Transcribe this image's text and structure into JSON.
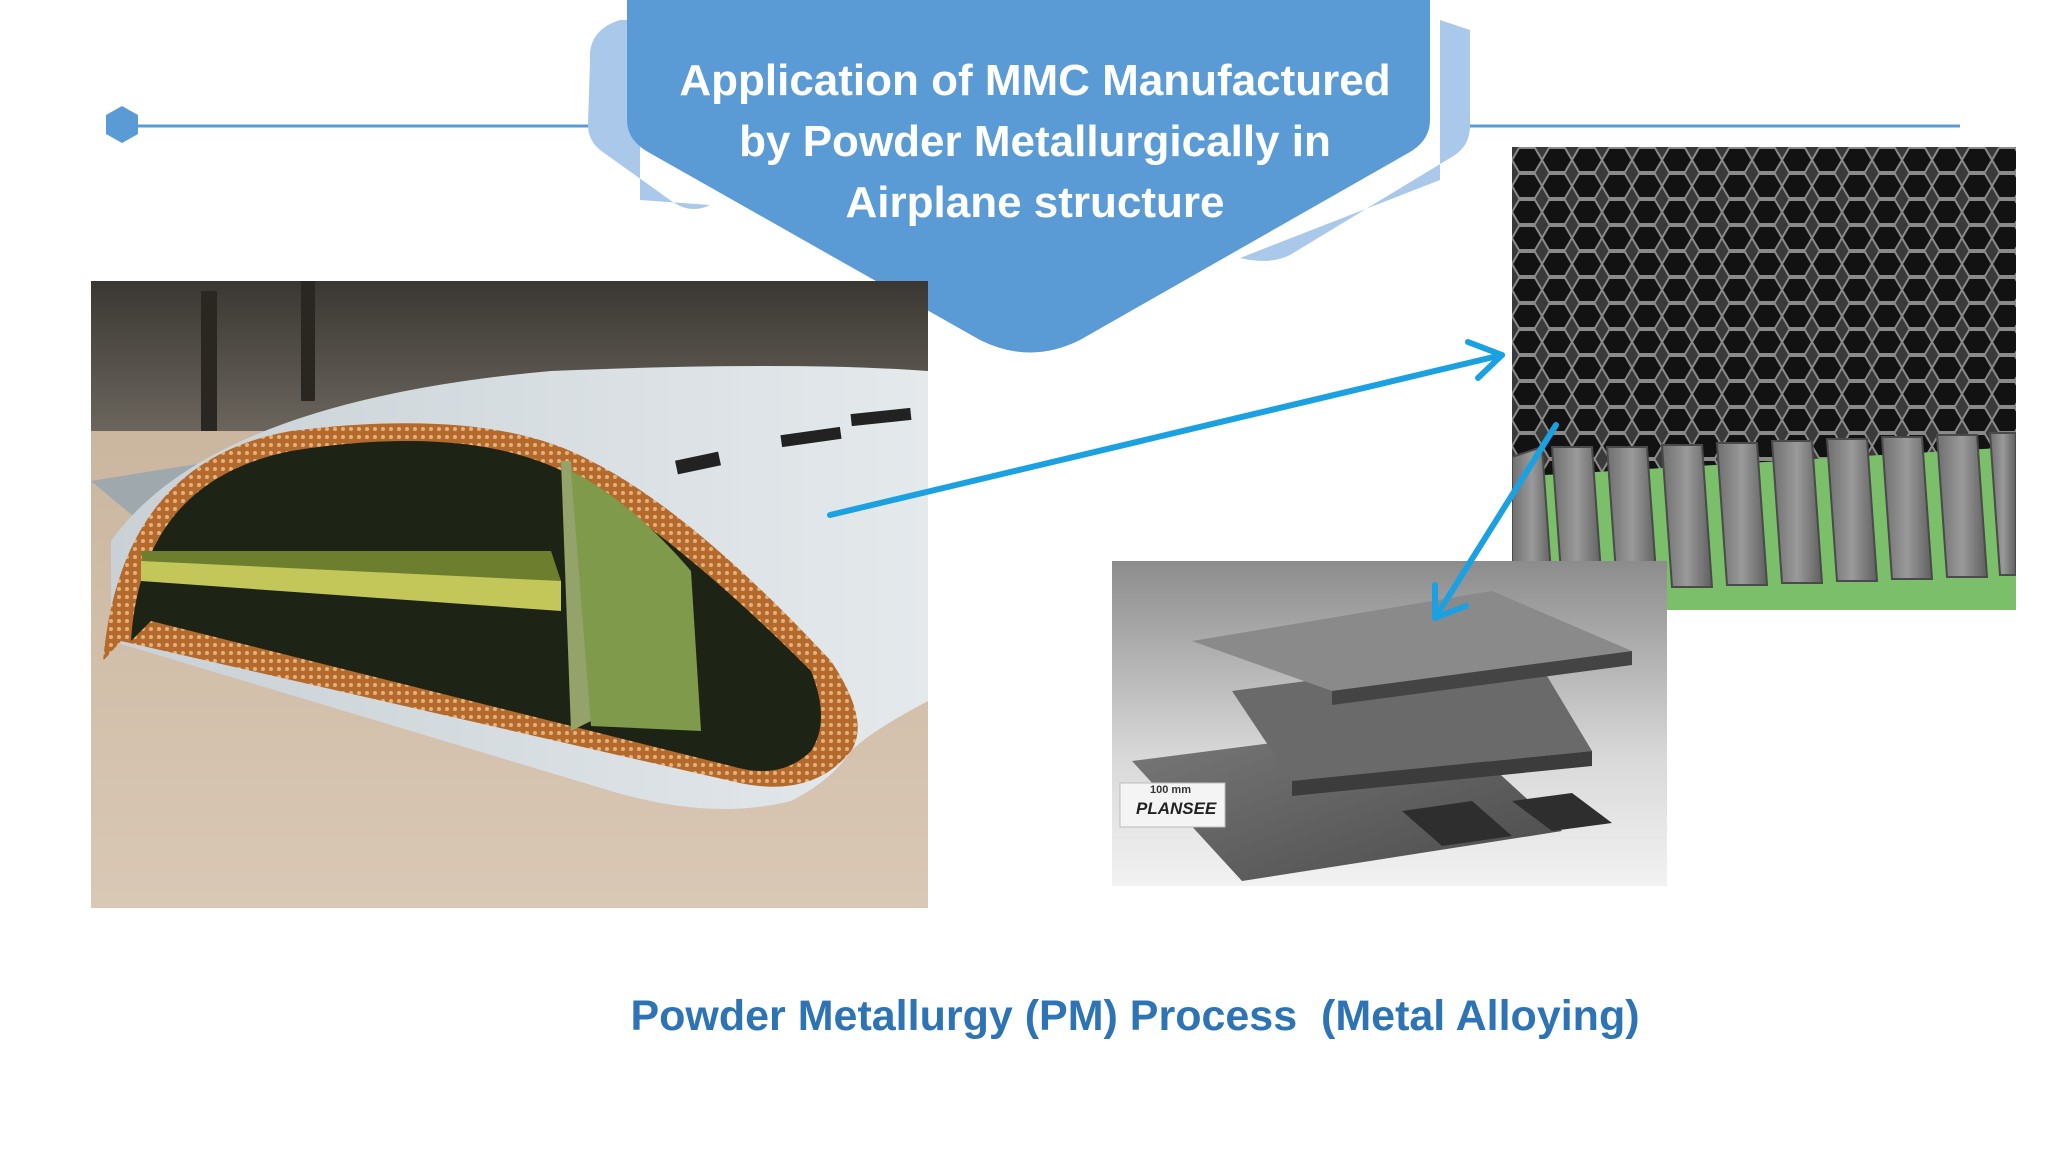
{
  "slide": {
    "title_lines": [
      "Application of MMC Manufactured",
      "by Powder Metallurgically in",
      "Airplane structure"
    ],
    "caption": "Powder Metallurgy (PM) Process  (Metal Alloying)"
  },
  "photos": {
    "wing_section": {
      "icon": "wing-cross-section-photo",
      "labels": [
        "",
        "",
        ""
      ]
    },
    "honeycomb_core": {
      "icon": "honeycomb-core-photo"
    },
    "honeycomb_panels": {
      "icon": "honeycomb-panels-photo",
      "labels": [
        "100 mm",
        "PLANSEE"
      ]
    }
  },
  "colors": {
    "banner": "#5b9bd5",
    "banner_light": "#a9c8ea",
    "arrow": "#1ba1e2",
    "caption": "#2e74b5"
  }
}
